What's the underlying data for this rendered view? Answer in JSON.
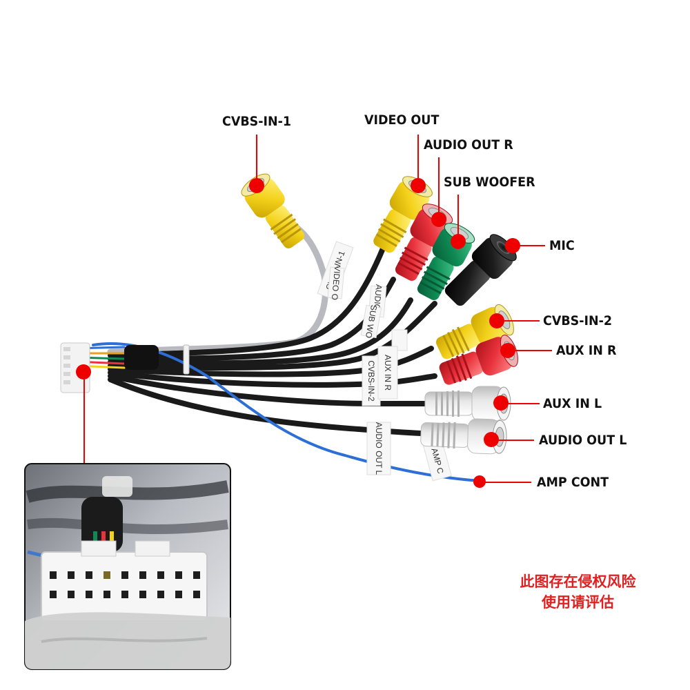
{
  "labels": {
    "cvbs_in_1": "CVBS-IN-1",
    "video_out": "VIDEO OUT",
    "audio_out_r": "AUDIO OUT R",
    "sub_woofer": "SUB WOOFER",
    "mic": "MIC",
    "cvbs_in_2": "CVBS-IN-2",
    "aux_in_r": "AUX IN R",
    "aux_in_l": "AUX IN L",
    "audio_out_l": "AUDIO OUT L",
    "amp_cont": "AMP CONT"
  },
  "cable_tags": {
    "tag_cvbs_1": "CVBS-IN-1",
    "tag_video": "VIDEO O",
    "tag_audio_r": "AUDIO R",
    "tag_sub": "SUB WO",
    "tag_cvbs_2": "CVBS-IN-2",
    "tag_aux_r": "AUX IN R",
    "tag_audio_l": "AUDIO OUT L",
    "tag_amp": "AMP C"
  },
  "watermark": {
    "line1": "此图存在侵权风险",
    "line2": "使用请评估"
  },
  "colors": {
    "marker": "#ee0000",
    "yellow": "#f5d21c",
    "red": "#e8323c",
    "green": "#0f8a54",
    "black": "#1a1a1a",
    "white": "#ededed",
    "blue_wire": "#2d6fd6",
    "grey_wire": "#b9b9c0"
  }
}
